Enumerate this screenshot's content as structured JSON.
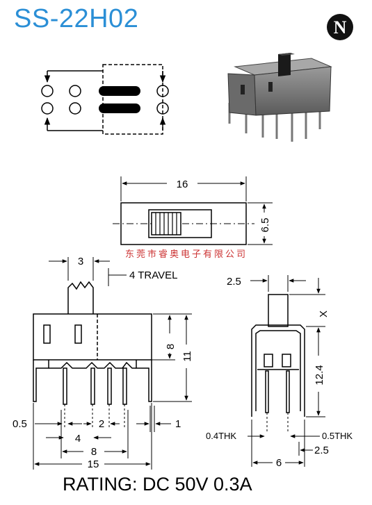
{
  "header": {
    "part_number": "SS-22H02",
    "logo_letter": "N"
  },
  "top_view": {
    "dim_length": "16",
    "dim_width": "6.5"
  },
  "watermark": "东莞市睿奥电子有限公司",
  "side_view": {
    "dim_actuator": "3",
    "dim_travel": "4 TRAVEL",
    "dim_height_8": "8",
    "dim_height_11": "11",
    "dim_pin_width": "0.5",
    "dim_pitch_2": "2",
    "dim_right_1": "1",
    "dim_4": "4",
    "dim_8": "8",
    "dim_15": "15"
  },
  "end_view": {
    "dim_2_5_top": "2.5",
    "dim_x": "X",
    "dim_12_4": "12.4",
    "dim_thk_left": "0.4THK",
    "dim_thk_right": "0.5THK",
    "dim_2_5_bottom": "2.5",
    "dim_6": "6"
  },
  "footer": {
    "rating": "RATING: DC 50V 0.3A"
  }
}
